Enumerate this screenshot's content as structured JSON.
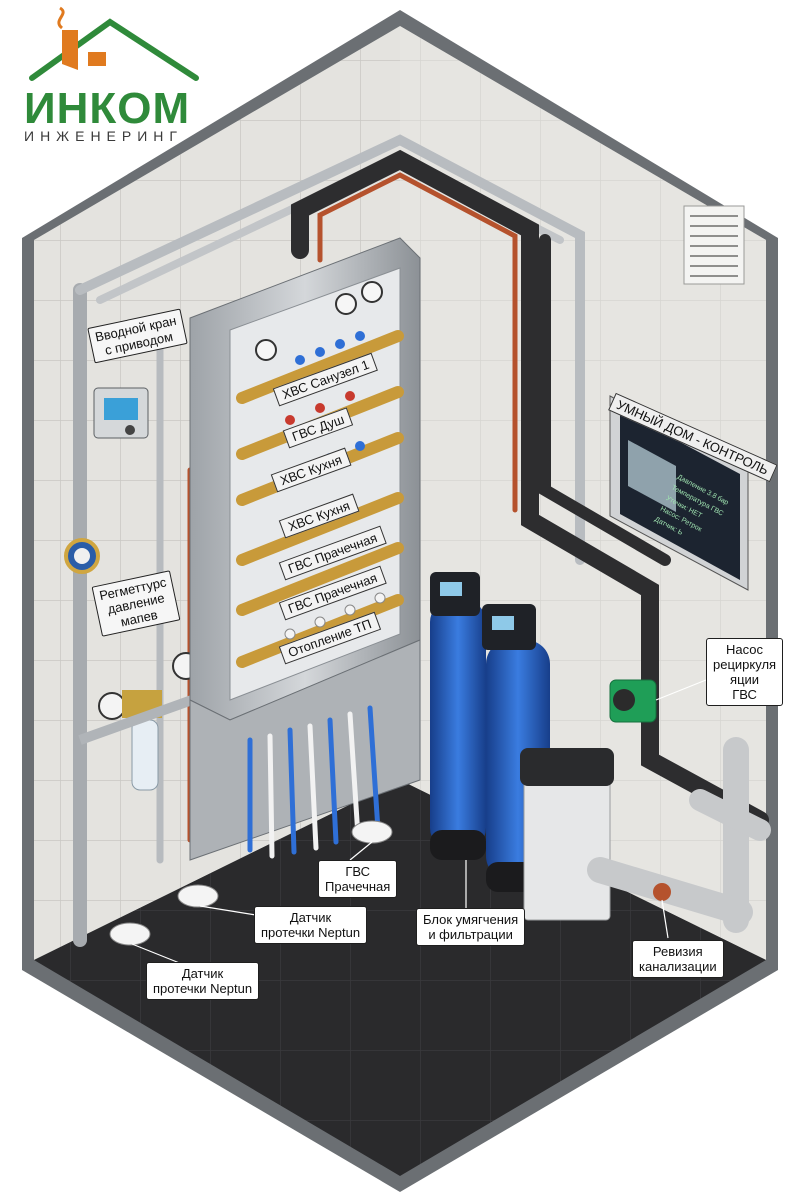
{
  "logo": {
    "name": "ИНКОМ",
    "subtitle": "ИНЖЕНЕРИНГ",
    "colors": {
      "house": "#e07a1f",
      "roof": "#2f8a3a",
      "text": "#2f8a3a"
    }
  },
  "manifold_labels": [
    "ХВС Санузел 1",
    "ГВС Душ",
    "ХВС Кухня",
    "ХВС Кухня",
    "ГВС Прачечная",
    "ГВС Прачечная",
    "Отопление ТП"
  ],
  "callouts": {
    "inlet_valve": "Вводной кран\nс приводом",
    "regulator": "Регметтурс\nдавление\nмапев",
    "smart_home": "УМНЫЙ ДОМ - КОНТРОЛЬ",
    "pump": "Насос\nрециркуля\nяции\nГВС",
    "hvs_laundry": "ГВС\nПрачечная",
    "sensor_middle": "Датчик\nпротечки Neptun",
    "softener": "Блок умягчения\nи фильтрации",
    "sensor_left": "Датчик\nпротечки Neptun",
    "sewer": "Ревизия\nканализации"
  },
  "screen_rows": [
    "Давление 3.8 бар",
    "Температура ГВС",
    "Утечки: НЕТ",
    "Насос: Ретрок",
    "Датчик: Ь"
  ],
  "colors": {
    "wall": "#d9d9d6",
    "floor": "#2c2c2e",
    "hot_pipe": "#b5522d",
    "cold_pipe": "#2f6fd6",
    "tank": "#2b63c4",
    "pump": "#1f9e57",
    "accent": "#2f8a3a"
  }
}
